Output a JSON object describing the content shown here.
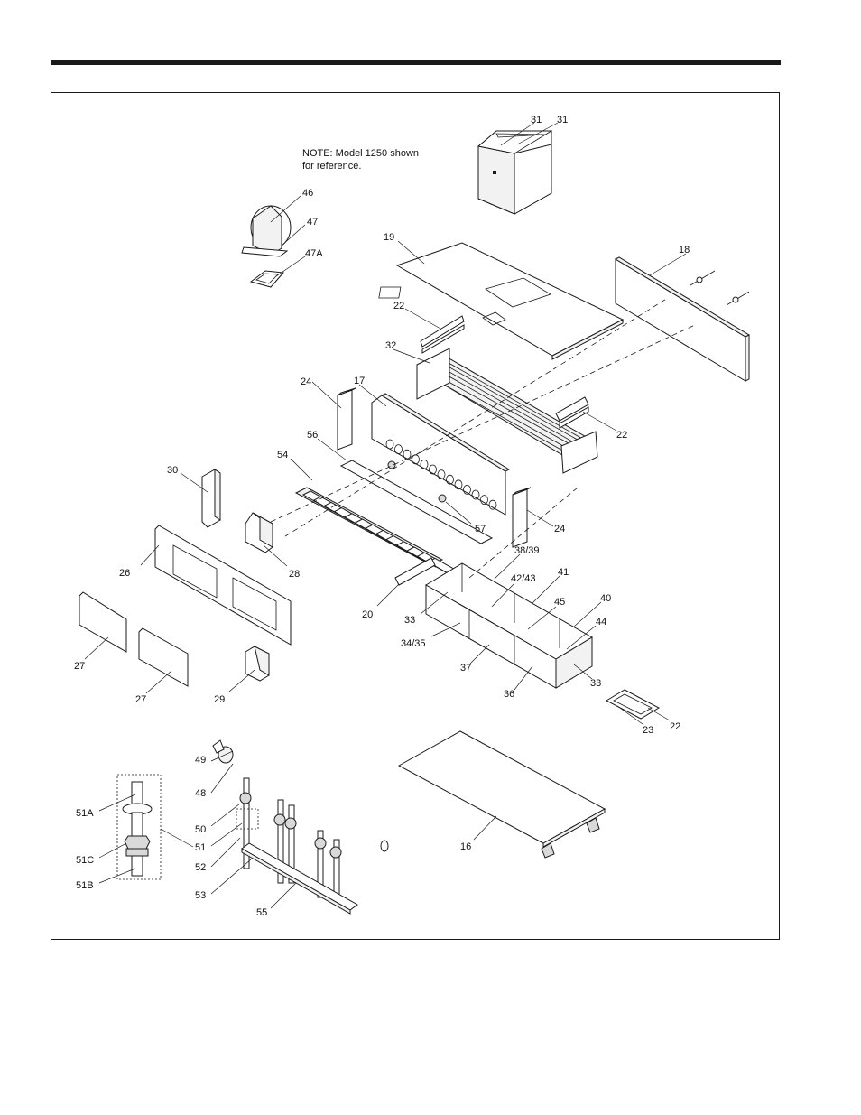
{
  "note": {
    "line1": "NOTE: Model 1250 shown",
    "line2": "for reference."
  },
  "callouts": {
    "c31a": "31",
    "c31b": "31",
    "c46": "46",
    "c47": "47",
    "c47A": "47A",
    "c19": "19",
    "c18": "18",
    "c22a": "22",
    "c22b": "22",
    "c22c": "22",
    "c32": "32",
    "c24a": "24",
    "c24b": "24",
    "c17": "17",
    "c56": "56",
    "c54": "54",
    "c57": "57",
    "c30": "30",
    "c28": "28",
    "c26": "26",
    "c20": "20",
    "c38_39": "38/39",
    "c42_43": "42/43",
    "c41": "41",
    "c45": "45",
    "c40": "40",
    "c44": "44",
    "c33a": "33",
    "c33b": "33",
    "c34_35": "34/35",
    "c37": "37",
    "c36": "36",
    "c27a": "27",
    "c27b": "27",
    "c29": "29",
    "c23": "23",
    "c49": "49",
    "c48": "48",
    "c16": "16",
    "c51A": "51A",
    "c50": "50",
    "c51": "51",
    "c51C": "51C",
    "c52": "52",
    "c51B": "51B",
    "c53": "53",
    "c55": "55"
  }
}
